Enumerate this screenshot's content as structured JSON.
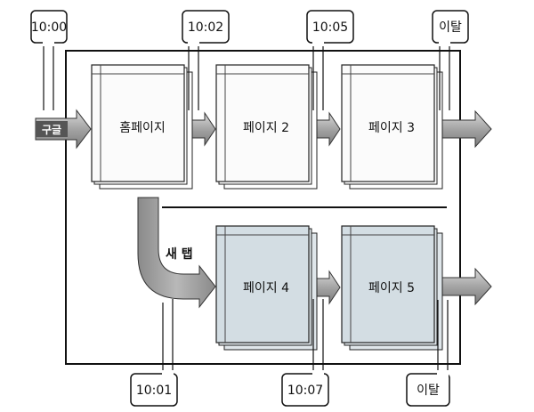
{
  "source": {
    "label": "구글"
  },
  "pages": {
    "home": "홈페이지",
    "page2": "페이지 2",
    "page3": "페이지 3",
    "page4": "페이지 4",
    "page5": "페이지 5"
  },
  "new_tab_label": "새 탭",
  "callouts": {
    "home_time": "10:00",
    "page2_time": "10:02",
    "page3_time": "10:05",
    "exit_top": "이탈",
    "page4_time": "10:01",
    "page5_time": "10:07",
    "exit_bottom": "이탈"
  },
  "colors": {
    "top_page_fill": "#fbfbfb",
    "bottom_page_fill": "#d3dde3",
    "arrow_fill": "#a8a8a8",
    "line": "#111111"
  }
}
